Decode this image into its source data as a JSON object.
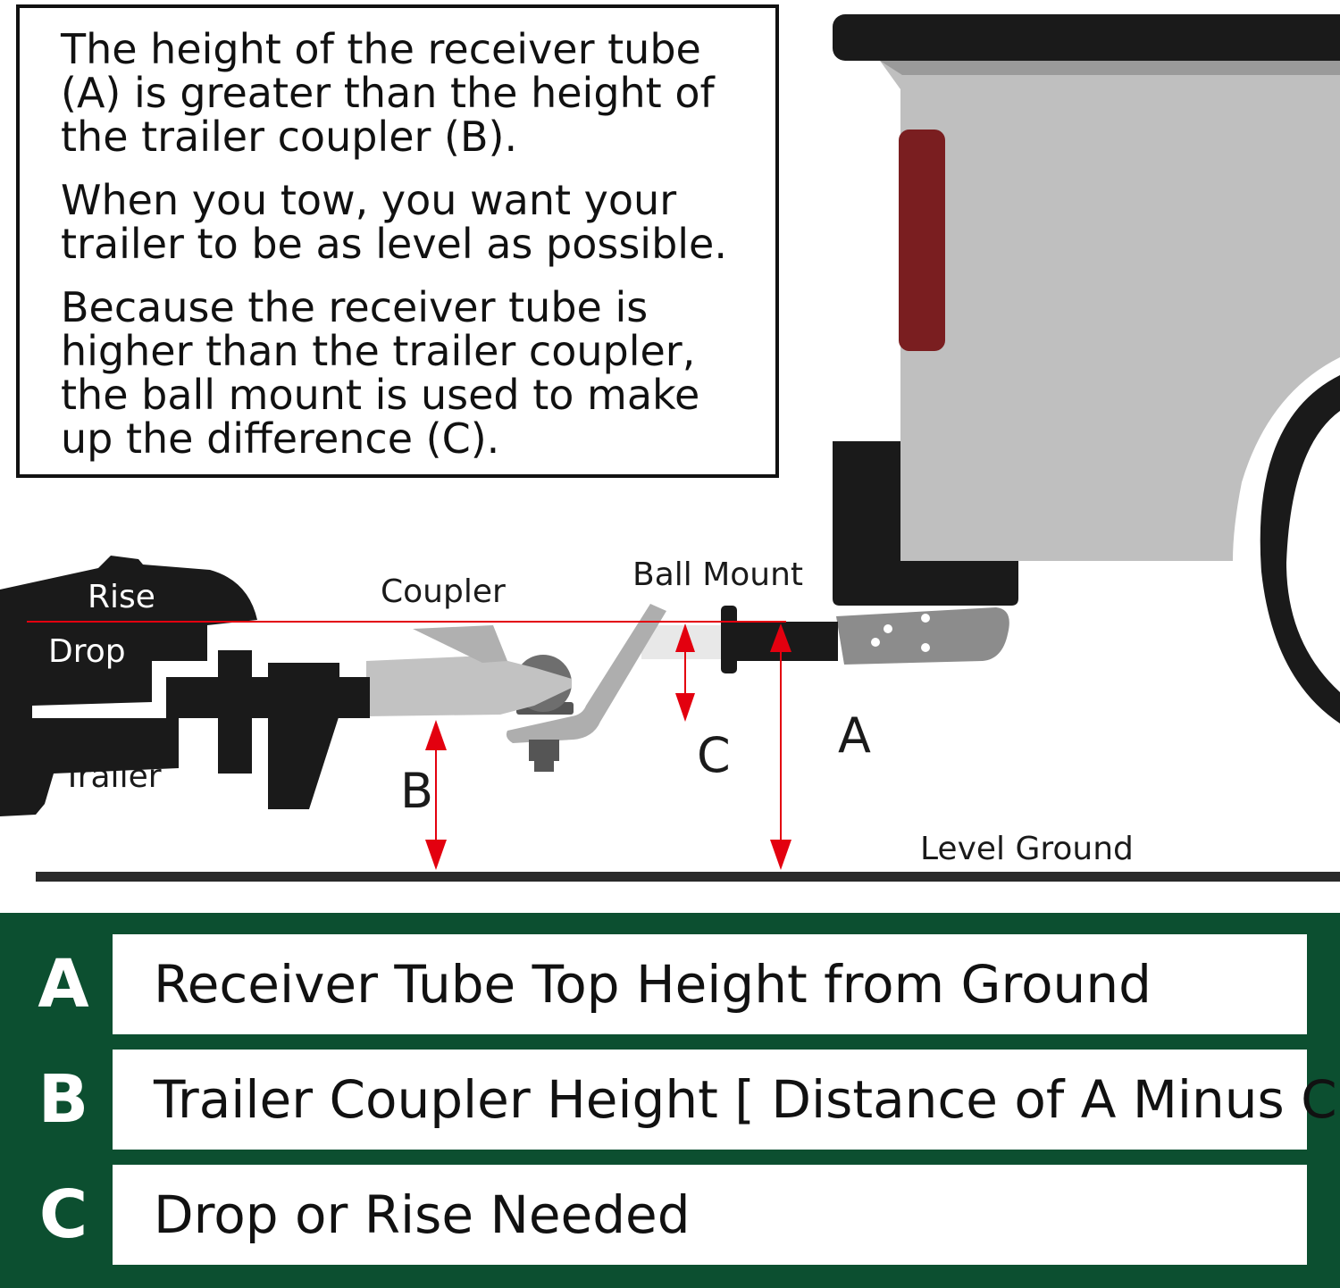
{
  "info": {
    "p1": "The height of the receiver tube (A) is greater than the height of the trailer coupler (B).",
    "p2": "When you tow, you want your trailer to be as level as possible.",
    "p3": "Because the receiver tube is higher than the trailer coupler, the ball mount is used to make up the difference (C)."
  },
  "labels": {
    "rise": "Rise",
    "drop": "Drop",
    "trailer": "Trailer",
    "coupler": "Coupler",
    "ball_mount": "Ball Mount",
    "level_ground": "Level Ground",
    "a": "A",
    "b": "B",
    "c": "C"
  },
  "legend": [
    {
      "letter": "A",
      "text": "Receiver Tube Top Height from Ground"
    },
    {
      "letter": "B",
      "text": "Trailer Coupler Height [ Distance of A Minus C ]"
    },
    {
      "letter": "C",
      "text": "Drop or Rise Needed"
    }
  ],
  "colors": {
    "accent_red": "#e3000f",
    "legend_green": "#0c4f30",
    "dark": "#1a1a1a",
    "truck_gray": "#bfbfbf",
    "taillight": "#7a1e20"
  }
}
